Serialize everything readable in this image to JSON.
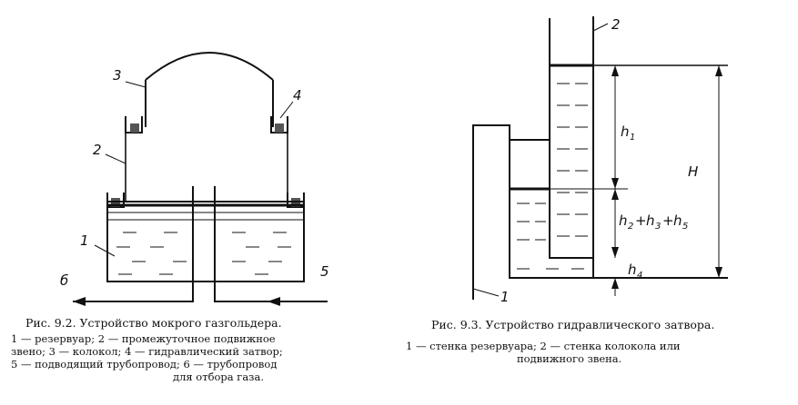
{
  "figure_left": {
    "labels": {
      "l1": "1",
      "l2": "2",
      "l3": "3",
      "l4": "4",
      "l5": "5",
      "l6": "б"
    },
    "caption_title": "Рис. 9.2. Устройство мокрого газгольдера.",
    "caption_lines": [
      "1 — резервуар; 2 — промежуточное подвижное",
      "звено; 3 — колокол; 4 — гидравлический затвор;",
      "5 — подводящий трубопровод; 6 — трубопровод",
      "для отбора газа."
    ]
  },
  "figure_right": {
    "labels": {
      "l1": "1",
      "l2": "2",
      "H": "H",
      "h1": "h",
      "h1_sub": "1",
      "h": "h",
      "h2": "2",
      "plus1": "+",
      "h_b": "h",
      "h3": "3",
      "plus2": "+",
      "h_c": "h",
      "h5": "5",
      "h4_main": "h",
      "h4_sub": "4"
    },
    "caption_title": "Рис. 9.3. Устройство гидравлического затвора.",
    "caption_lines": [
      "1 — стенка резервуара; 2 — стенка колокола или",
      "подвижного звена."
    ]
  }
}
